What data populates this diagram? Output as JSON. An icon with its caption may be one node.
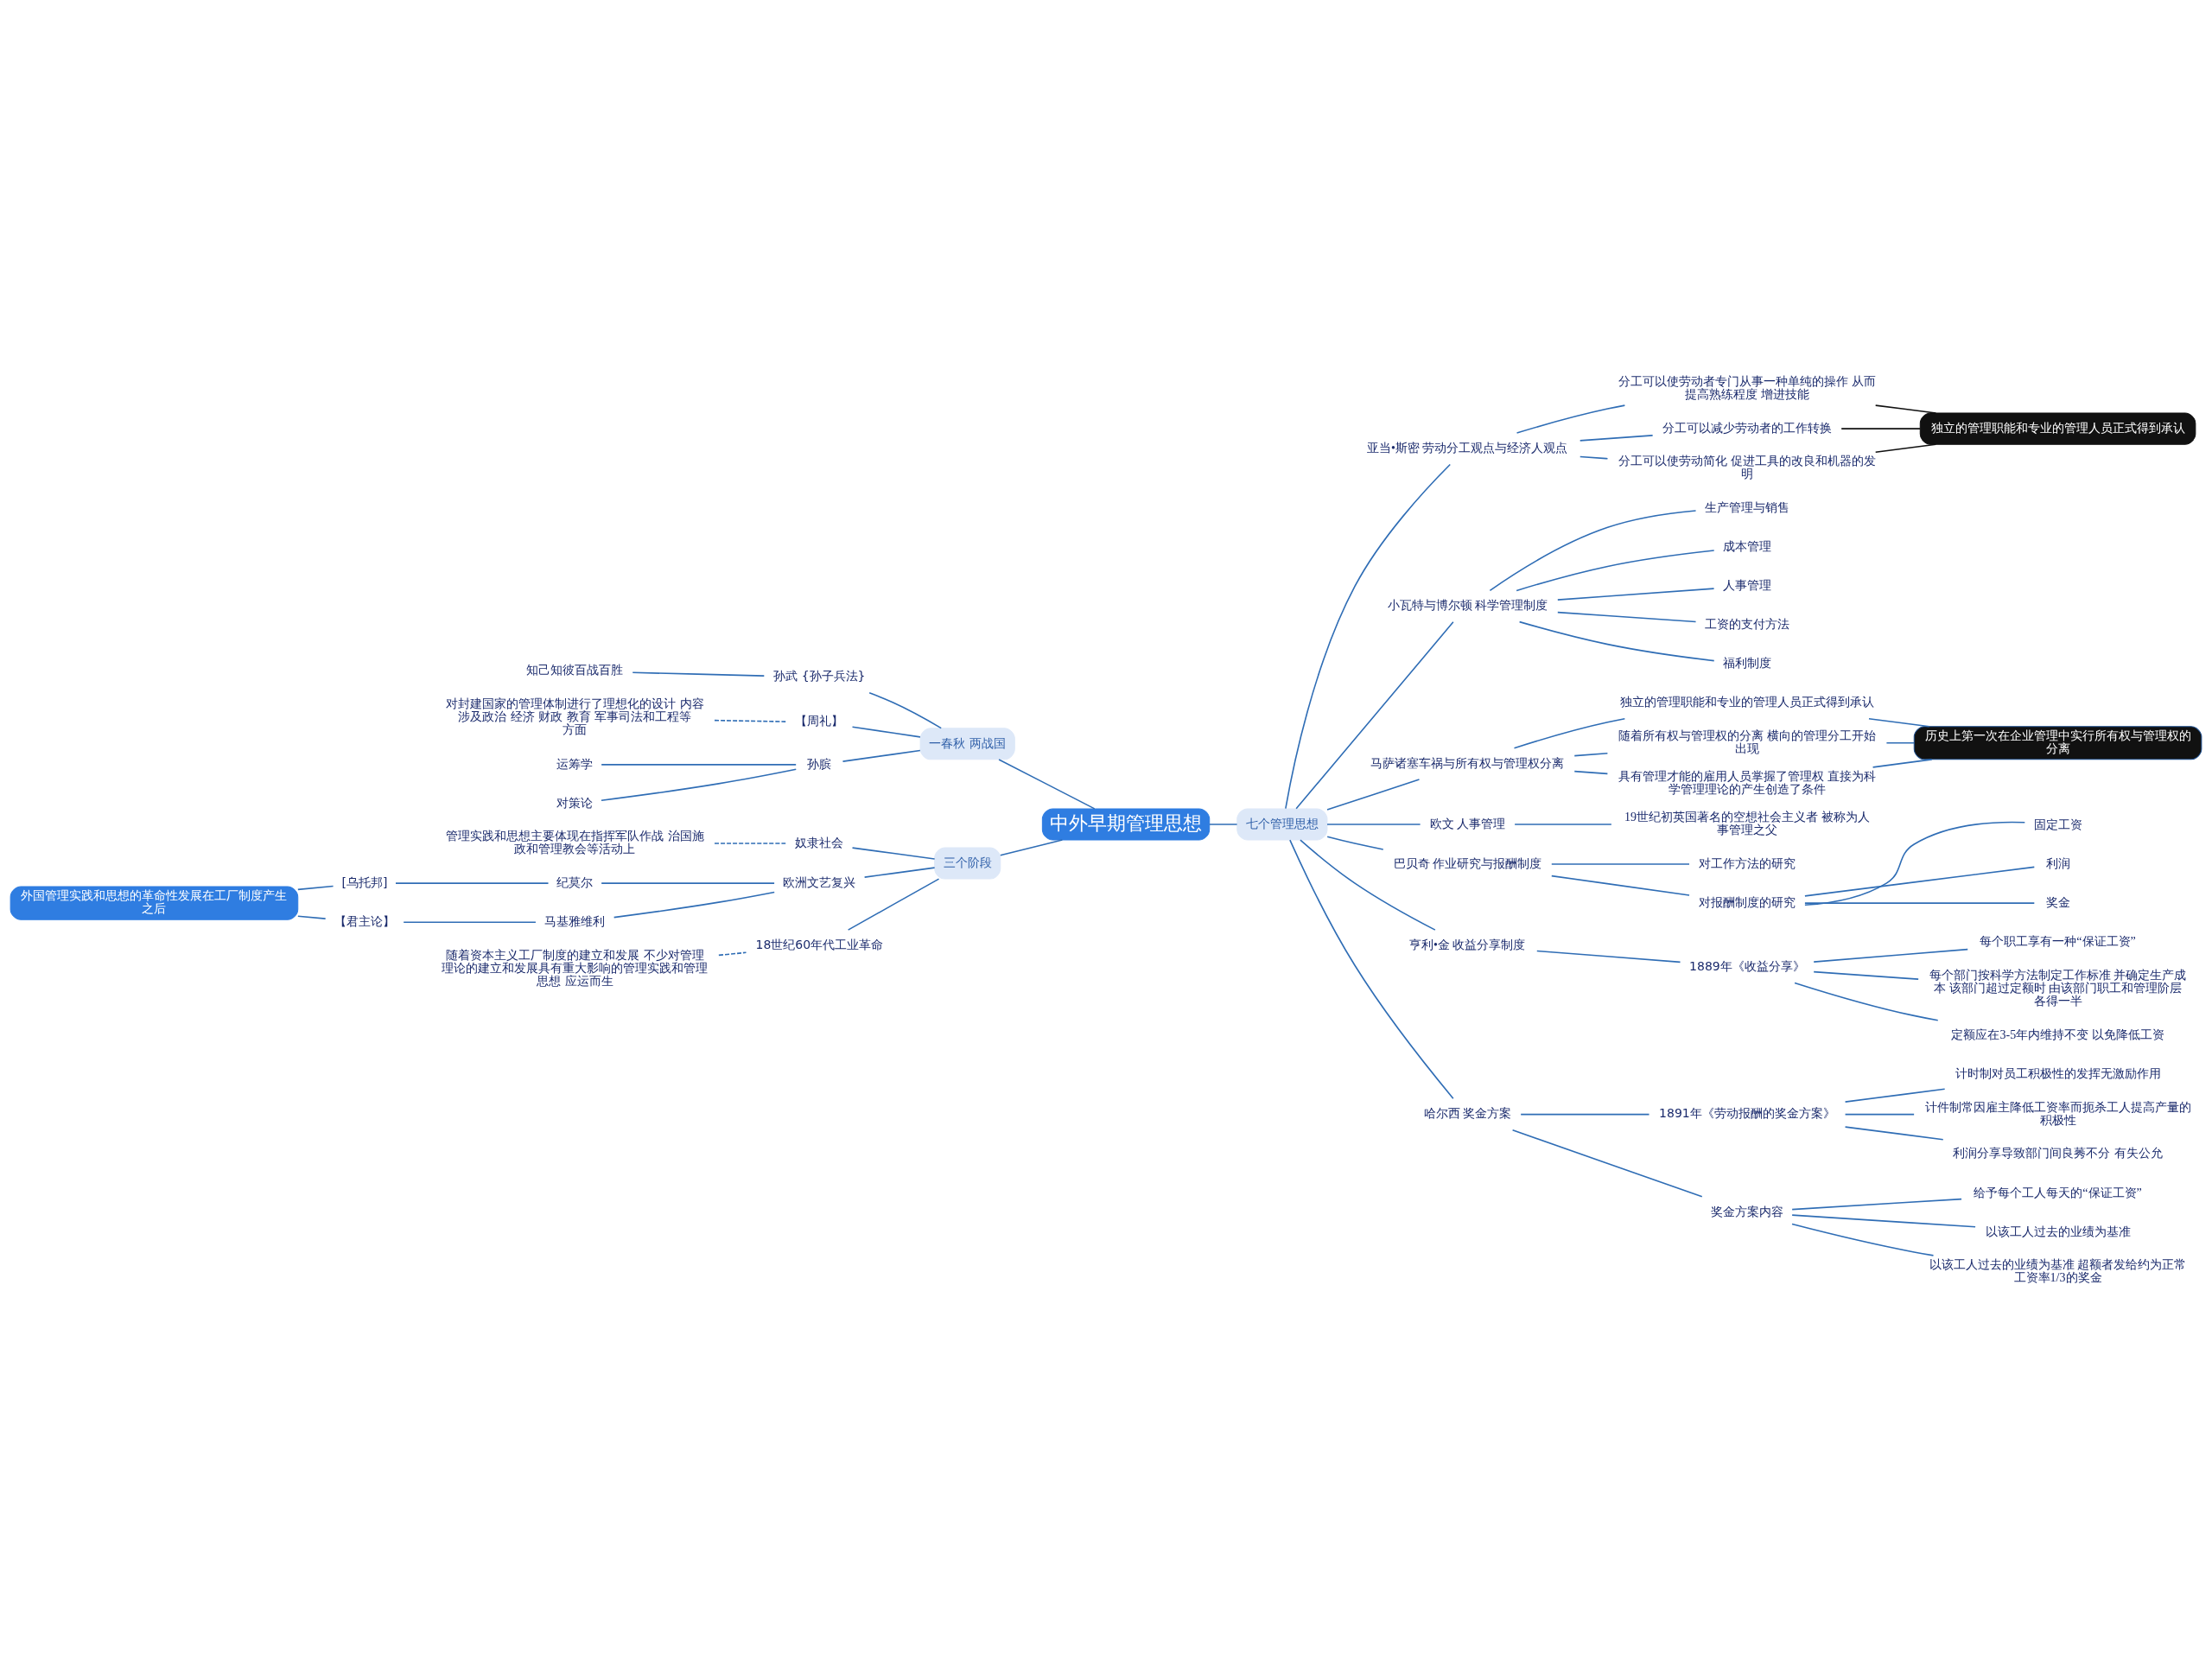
{
  "diagram": {
    "nodes": [
      {
        "text": [
          "中外早期管理思想"
        ]
      },
      {
        "text": [
          "七个管理思想"
        ]
      },
      {
        "text": [
          "亚当•斯密 劳动分工观点与经济人观点"
        ]
      },
      {
        "text": [
          "分工可以使劳动者专门从事一种单纯的操作 从而提高熟练程度 增进技能"
        ]
      },
      {
        "text": [
          "分工可以减少劳动者的工作转换"
        ]
      },
      {
        "text": [
          "分工可以使劳动简化 促进工具的改良和机器的发明"
        ]
      },
      {
        "text": [
          "独立的管理职能和专业的管理人员正式得到承认"
        ]
      },
      {
        "text": [
          "小瓦特与博尔顿 科学管理制度"
        ]
      },
      {
        "text": [
          "生产管理与销售"
        ]
      },
      {
        "text": [
          "成本管理"
        ]
      },
      {
        "text": [
          "人事管理"
        ]
      },
      {
        "text": [
          "工资的支付方法"
        ]
      },
      {
        "text": [
          "福利制度"
        ]
      },
      {
        "text": [
          "马萨诸塞车祸与所有权与管理权分离"
        ]
      },
      {
        "text": [
          "独立的管理职能和专业的管理人员正式得到承认"
        ]
      },
      {
        "text": [
          "随着所有权与管理权的分离 横向的管理分工开始出现"
        ]
      },
      {
        "text": [
          "具有管理才能的雇用人员掌握了管理权 直接为科学管理理论的产生创造了条件"
        ]
      },
      {
        "text": [
          "历史上第一次在企业管理中实行所有权与管理权的分离"
        ]
      },
      {
        "text": [
          "欧文 人事管理"
        ]
      },
      {
        "text": [
          "19世纪初英国著名的空想社会主义者 被称为人事管理之父"
        ]
      },
      {
        "text": [
          "巴贝奇 作业研究与报酬制度"
        ]
      },
      {
        "text": [
          "对工作方法的研究"
        ]
      },
      {
        "text": [
          "对报酬制度的研究"
        ]
      },
      {
        "text": [
          "固定工资"
        ]
      },
      {
        "text": [
          "利润"
        ]
      },
      {
        "text": [
          "奖金"
        ]
      },
      {
        "text": [
          "亨利•金 收益分享制度"
        ]
      },
      {
        "text": [
          "1889年《收益分享》"
        ]
      },
      {
        "text": [
          "每个职工享有一种“保证工资”"
        ]
      },
      {
        "text": [
          "每个部门按科学方法制定工作标准 并确定生产成本 该部门超过定额时 由该部门职工和管理阶层各得一半"
        ]
      },
      {
        "text": [
          "定额应在3-5年内维持不变 以免降低工资"
        ]
      },
      {
        "text": [
          "哈尔西 奖金方案"
        ]
      },
      {
        "text": [
          "1891年《劳动报酬的奖金方案》"
        ]
      },
      {
        "text": [
          "计时制对员工积极性的发挥无激励作用"
        ]
      },
      {
        "text": [
          "计件制常因雇主降低工资率而扼杀工人提高产量的积极性"
        ]
      },
      {
        "text": [
          "利润分享导致部门间良莠不分 有失公允"
        ]
      },
      {
        "text": [
          "奖金方案内容"
        ]
      },
      {
        "text": [
          "给予每个工人每天的“保证工资”"
        ]
      },
      {
        "text": [
          "以该工人过去的业绩为基准"
        ]
      },
      {
        "text": [
          "以该工人过去的业绩为基准 超额者发给约为正常工资率1/3的奖金"
        ]
      },
      {
        "text": [
          "一春秋 两战国"
        ]
      },
      {
        "text": [
          "孙武 {孙子兵法}"
        ]
      },
      {
        "text": [
          "知己知彼百战百胜"
        ]
      },
      {
        "text": [
          "【周礼】"
        ]
      },
      {
        "text": [
          "对封建国家的管理体制进行了理想化的设计 内容涉及政治 经济 财政 教育 军事司法和工程等方面"
        ]
      },
      {
        "text": [
          "孙膑"
        ]
      },
      {
        "text": [
          "运筹学"
        ]
      },
      {
        "text": [
          "对策论"
        ]
      },
      {
        "text": [
          "三个阶段"
        ]
      },
      {
        "text": [
          "奴隶社会"
        ]
      },
      {
        "text": [
          "管理实践和思想主要体现在指挥军队作战 治国施政和管理教会等活动上"
        ]
      },
      {
        "text": [
          "欧洲文艺复兴"
        ]
      },
      {
        "text": [
          "纪莫尔"
        ]
      },
      {
        "text": [
          "[乌托邦]"
        ]
      },
      {
        "text": [
          "马基雅维利"
        ]
      },
      {
        "text": [
          "【君主论】"
        ]
      },
      {
        "text": [
          "外国管理实践和思想的革命性发展在工厂制度产生之后"
        ]
      },
      {
        "text": [
          "18世纪60年代工业革命"
        ]
      },
      {
        "text": [
          "随着资本主义工厂制度的建立和发展 不少对管理理论的建立和发展具有重大影响的管理实践和管理思想 应运而生"
        ]
      }
    ],
    "edges": [
      {
        "from": 0,
        "to": 1,
        "arrow": "none"
      },
      {
        "from": 1,
        "to": 2,
        "arrow": "none"
      },
      {
        "from": 2,
        "to": 3,
        "arrow": "none"
      },
      {
        "from": 2,
        "to": 4,
        "arrow": "none"
      },
      {
        "from": 2,
        "to": 5,
        "arrow": "none"
      },
      {
        "from": 3,
        "to": 6,
        "arrow": "none",
        "color": "#111111"
      },
      {
        "from": 4,
        "to": 6,
        "arrow": "none",
        "color": "#111111"
      },
      {
        "from": 5,
        "to": 6,
        "arrow": "none",
        "color": "#111111"
      },
      {
        "from": 1,
        "to": 7,
        "arrow": "none"
      },
      {
        "from": 7,
        "to": 8,
        "arrow": "none"
      },
      {
        "from": 7,
        "to": 9,
        "arrow": "none"
      },
      {
        "from": 7,
        "to": 10,
        "arrow": "none"
      },
      {
        "from": 7,
        "to": 11,
        "arrow": "none"
      },
      {
        "from": 7,
        "to": 12,
        "arrow": "none"
      },
      {
        "from": 1,
        "to": 13,
        "arrow": "none"
      },
      {
        "from": 13,
        "to": 14,
        "arrow": "none"
      },
      {
        "from": 13,
        "to": 15,
        "arrow": "none"
      },
      {
        "from": 13,
        "to": 16,
        "arrow": "none"
      },
      {
        "from": 14,
        "to": 17,
        "arrow": "none"
      },
      {
        "from": 15,
        "to": 17,
        "arrow": "none"
      },
      {
        "from": 16,
        "to": 17,
        "arrow": "none"
      },
      {
        "from": 1,
        "to": 18,
        "arrow": "none"
      },
      {
        "from": 18,
        "to": 19,
        "arrow": "none"
      },
      {
        "from": 1,
        "to": 20,
        "arrow": "none"
      },
      {
        "from": 20,
        "to": 21,
        "arrow": "none"
      },
      {
        "from": 20,
        "to": 22,
        "arrow": "none"
      },
      {
        "from": 22,
        "to": 23,
        "arrow": "none"
      },
      {
        "from": 22,
        "to": 24,
        "arrow": "none"
      },
      {
        "from": 22,
        "to": 25,
        "arrow": "none"
      },
      {
        "from": 1,
        "to": 26,
        "arrow": "none"
      },
      {
        "from": 26,
        "to": 27,
        "arrow": "none"
      },
      {
        "from": 27,
        "to": 28,
        "arrow": "none"
      },
      {
        "from": 27,
        "to": 29,
        "arrow": "none"
      },
      {
        "from": 27,
        "to": 30,
        "arrow": "none"
      },
      {
        "from": 1,
        "to": 31,
        "arrow": "none"
      },
      {
        "from": 31,
        "to": 32,
        "arrow": "none"
      },
      {
        "from": 32,
        "to": 33,
        "arrow": "none"
      },
      {
        "from": 32,
        "to": 34,
        "arrow": "none"
      },
      {
        "from": 32,
        "to": 35,
        "arrow": "none"
      },
      {
        "from": 31,
        "to": 36,
        "arrow": "none"
      },
      {
        "from": 36,
        "to": 37,
        "arrow": "none"
      },
      {
        "from": 36,
        "to": 38,
        "arrow": "none"
      },
      {
        "from": 36,
        "to": 39,
        "arrow": "none"
      },
      {
        "from": 0,
        "to": 40,
        "arrow": "none"
      },
      {
        "from": 40,
        "to": 41,
        "arrow": "none"
      },
      {
        "from": 41,
        "to": 42,
        "arrow": "none"
      },
      {
        "from": 40,
        "to": 43,
        "arrow": "none"
      },
      {
        "from": 43,
        "to": 44,
        "arrow": "none",
        "style": "dashed"
      },
      {
        "from": 40,
        "to": 45,
        "arrow": "none"
      },
      {
        "from": 45,
        "to": 46,
        "arrow": "none"
      },
      {
        "from": 45,
        "to": 47,
        "arrow": "none"
      },
      {
        "from": 0,
        "to": 48,
        "arrow": "none"
      },
      {
        "from": 48,
        "to": 49,
        "arrow": "none"
      },
      {
        "from": 49,
        "to": 50,
        "arrow": "none",
        "style": "dashed"
      },
      {
        "from": 48,
        "to": 51,
        "arrow": "none"
      },
      {
        "from": 51,
        "to": 52,
        "arrow": "none"
      },
      {
        "from": 52,
        "to": 53,
        "arrow": "none"
      },
      {
        "from": 51,
        "to": 54,
        "arrow": "none"
      },
      {
        "from": 54,
        "to": 55,
        "arrow": "none"
      },
      {
        "from": 53,
        "to": 56,
        "arrow": "none"
      },
      {
        "from": 55,
        "to": 56,
        "arrow": "none"
      },
      {
        "from": 48,
        "to": 57,
        "arrow": "none"
      },
      {
        "from": 57,
        "to": 58,
        "arrow": "none",
        "style": "dashed"
      }
    ]
  }
}
